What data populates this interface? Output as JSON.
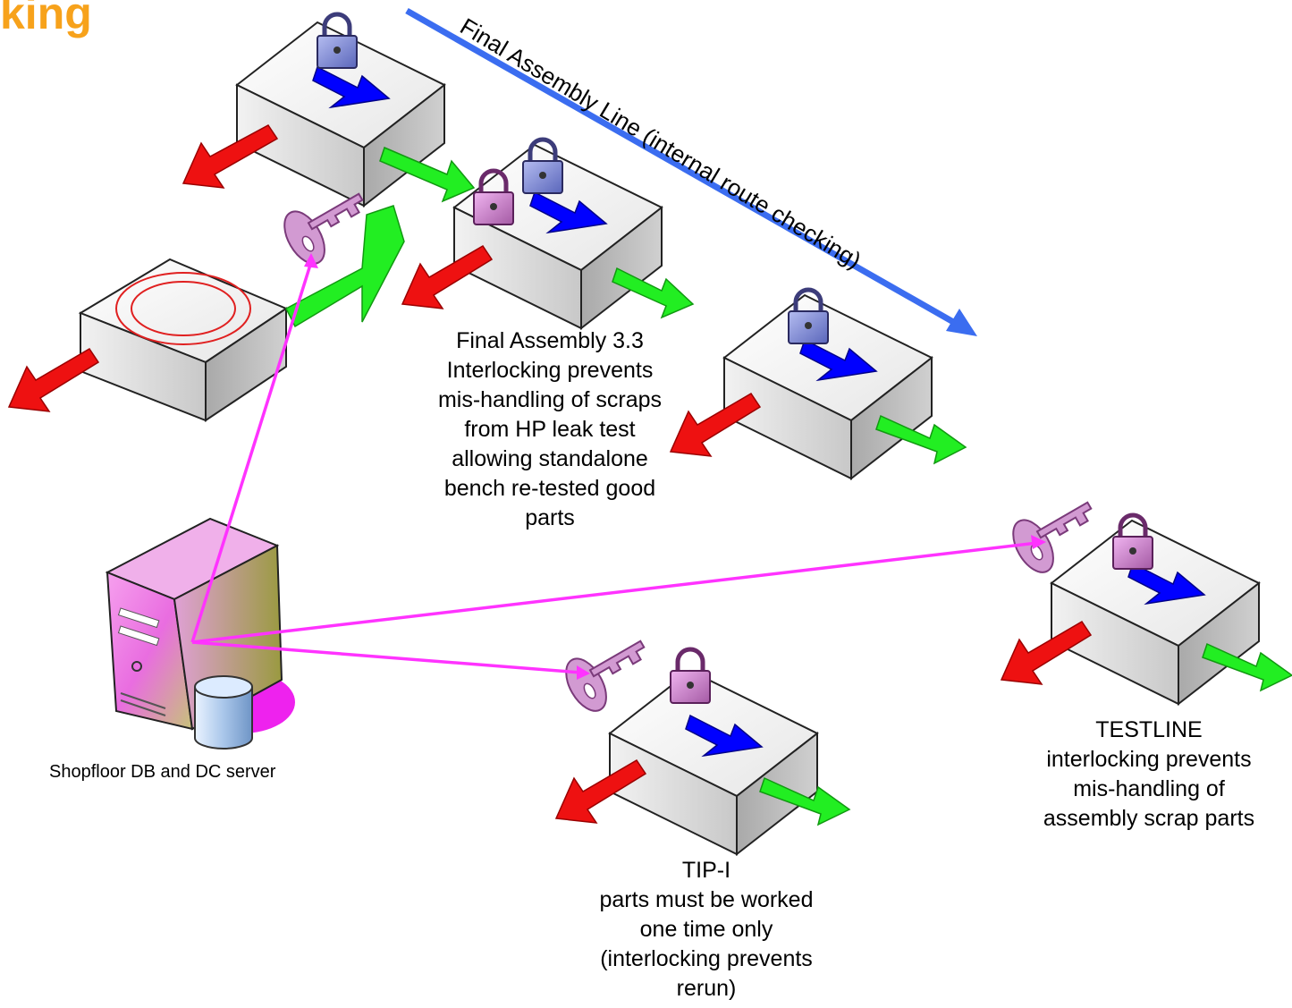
{
  "page": {
    "title": "king"
  },
  "flow": {
    "label": "Final Assembly Line (internal route checking)"
  },
  "server": {
    "label": "Shopfloor DB and DC server"
  },
  "stations": {
    "fa33": {
      "lines": [
        "Final Assembly 3.3",
        "Interlocking prevents",
        "mis-handling of scraps",
        "from HP leak test",
        "allowing standalone",
        "bench re-tested good",
        "parts"
      ]
    },
    "tipi": {
      "lines": [
        "TIP-I",
        "parts must be worked",
        "one time only",
        "(interlocking prevents",
        "rerun)"
      ]
    },
    "testline": {
      "lines": [
        "TESTLINE",
        "interlocking prevents",
        "mis-handling of",
        "assembly scrap parts"
      ]
    }
  },
  "colors": {
    "title": "#f7a21b",
    "flow_line": "#3b6df0",
    "link": "#ff33ff",
    "arrow_in": "#0000ff",
    "arrow_good": "#22ee22",
    "arrow_scrap": "#ee1111",
    "lock_blue": "#8a94d8",
    "lock_pink": "#d88ad8",
    "key": "#d29ad2"
  },
  "icons": [
    "padlock-icon",
    "key-icon",
    "server-icon",
    "database-icon",
    "station-box-icon",
    "arrow-icon"
  ]
}
